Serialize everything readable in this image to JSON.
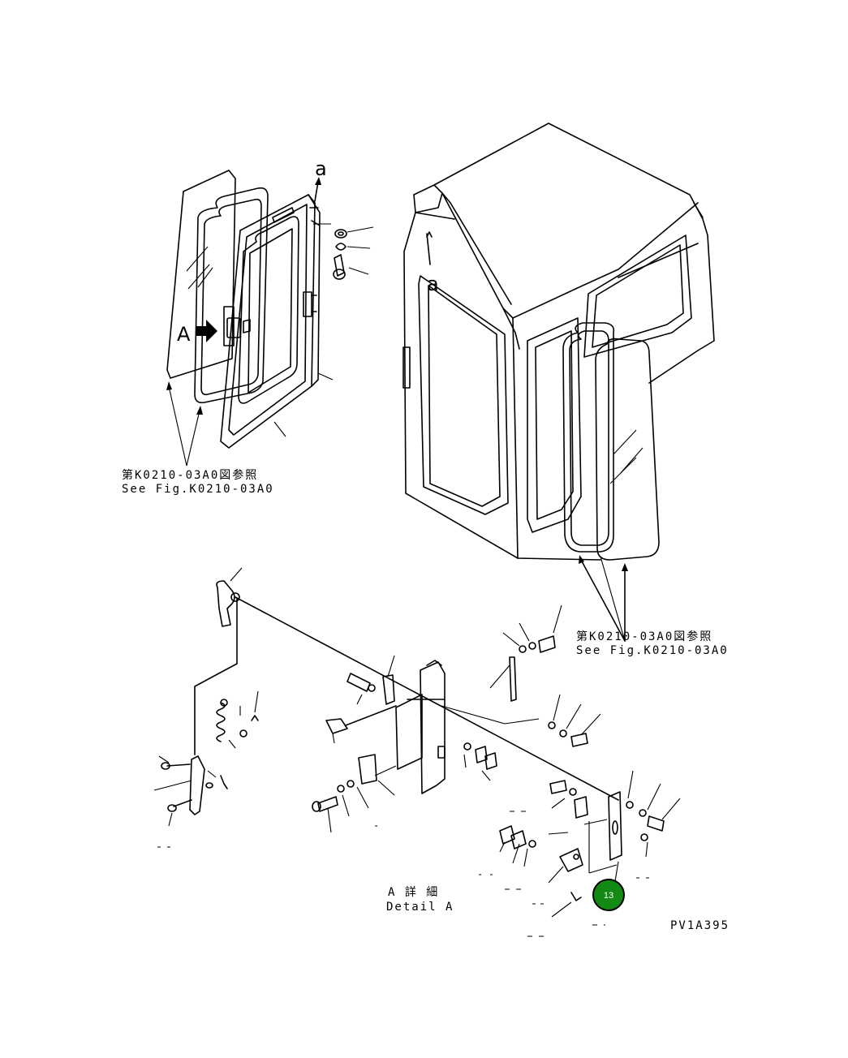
{
  "diagram": {
    "view_label_a_upper": "a",
    "view_label_a_cab": "a",
    "view_marker_A": "A",
    "ref_door": {
      "jp": "第K0210-03A0図参照",
      "en": "See Fig.K0210-03A0"
    },
    "ref_window": {
      "jp": "第K0210-03A0図参照",
      "en": "See Fig.K0210-03A0"
    },
    "detail_title": {
      "jp": "A 詳 細",
      "en": "Detail A"
    },
    "drawing_code": "PV1A395",
    "callout": {
      "number": "13",
      "color": "#138a13"
    }
  }
}
